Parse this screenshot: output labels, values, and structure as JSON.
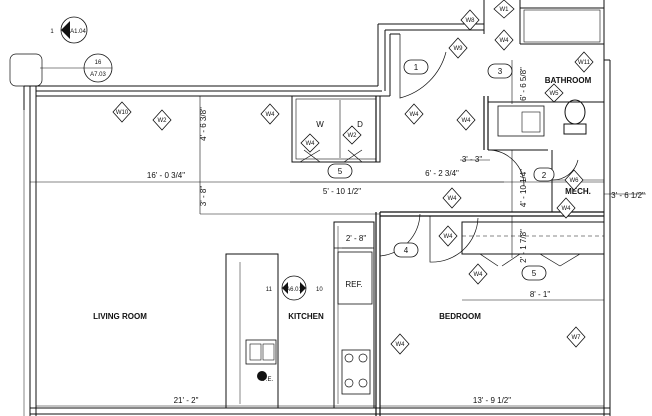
{
  "callouts": {
    "a104": {
      "ref": "A1.04",
      "num": "1"
    },
    "a703": {
      "num": "16",
      "ref": "A7.03"
    },
    "a601": {
      "ref": "A6.01",
      "left": "11",
      "right": "10"
    }
  },
  "rooms": {
    "living": "LIVING ROOM",
    "kitchen": "KITCHEN",
    "bedroom": "BEDROOM",
    "bathroom": "BATHROOM",
    "mech": "MECH."
  },
  "appliances": {
    "ref": "REF.",
    "washer": "W",
    "dryer": "D",
    "fire_ext": "F.E."
  },
  "dimensions": {
    "d1": "16' - 0 3/4\"",
    "d2": "5' - 10 1/2\"",
    "d3": "6' - 2 3/4\"",
    "d4": "3' - 3\"",
    "d5": "4' - 6 3/8\"",
    "d6": "3' - 8\"",
    "d7": "2' - 8\"",
    "d8": "6' - 6 5/8\"",
    "d9": "4' - 10 1/4\"",
    "d10": "2' - 1 7/8\"",
    "d11": "8' - 1\"",
    "d12": "3' - 6 1/2\"",
    "d13": "21' - 2\"",
    "d14": "13' - 9 1/2\""
  },
  "doors": [
    "1",
    "2",
    "3",
    "4",
    "5",
    "5"
  ],
  "windows": [
    "W1",
    "W2",
    "W4",
    "W5",
    "W6",
    "W7",
    "W8",
    "W9",
    "W10",
    "W11"
  ]
}
